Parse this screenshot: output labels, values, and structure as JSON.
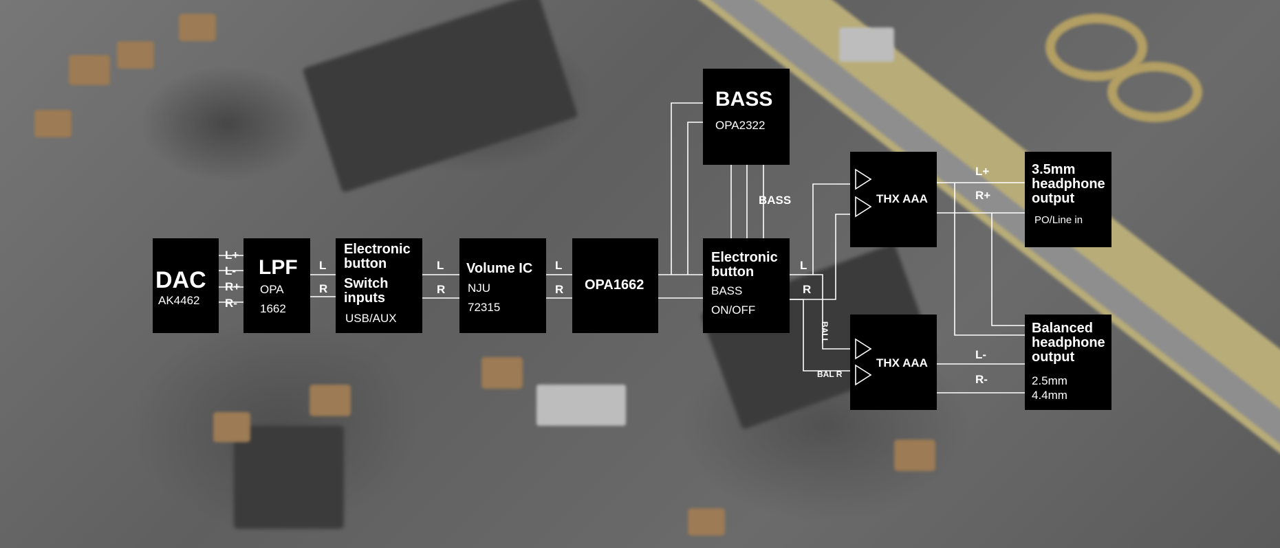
{
  "dac": {
    "title": "DAC",
    "sub": "AK4462",
    "pins": [
      "L+",
      "L-",
      "R+",
      "R-"
    ]
  },
  "lpf": {
    "title": "LPF",
    "line1": "OPA",
    "line2": "1662"
  },
  "switch": {
    "title1": "Electronic",
    "title2": "button",
    "title3": "Switch",
    "title4": "inputs",
    "sub": "USB/AUX"
  },
  "volume": {
    "title": "Volume IC",
    "line1": "NJU",
    "line2": "72315"
  },
  "opa": {
    "title": "OPA1662"
  },
  "bass": {
    "title": "BASS",
    "sub": "OPA2322",
    "link_label": "BASS"
  },
  "bass_button": {
    "title1": "Electronic",
    "title2": "button",
    "line1": "BASS",
    "line2": "ON/OFF"
  },
  "thx": {
    "top": "THX AAA",
    "bottom": "THX AAA"
  },
  "out35": {
    "title1": "3.5mm",
    "title2": "headphone",
    "title3": "output",
    "sub": "PO/Line in"
  },
  "outbal": {
    "title1": "Balanced",
    "title2": "headphone",
    "title3": "output",
    "line1": "2.5mm",
    "line2": "4.4mm"
  },
  "labels": {
    "L": "L",
    "R": "R",
    "Lp": "L+",
    "Rp": "R+",
    "Lm": "L-",
    "Rm": "R-",
    "ball": "BALL",
    "balr": "BAL R"
  }
}
